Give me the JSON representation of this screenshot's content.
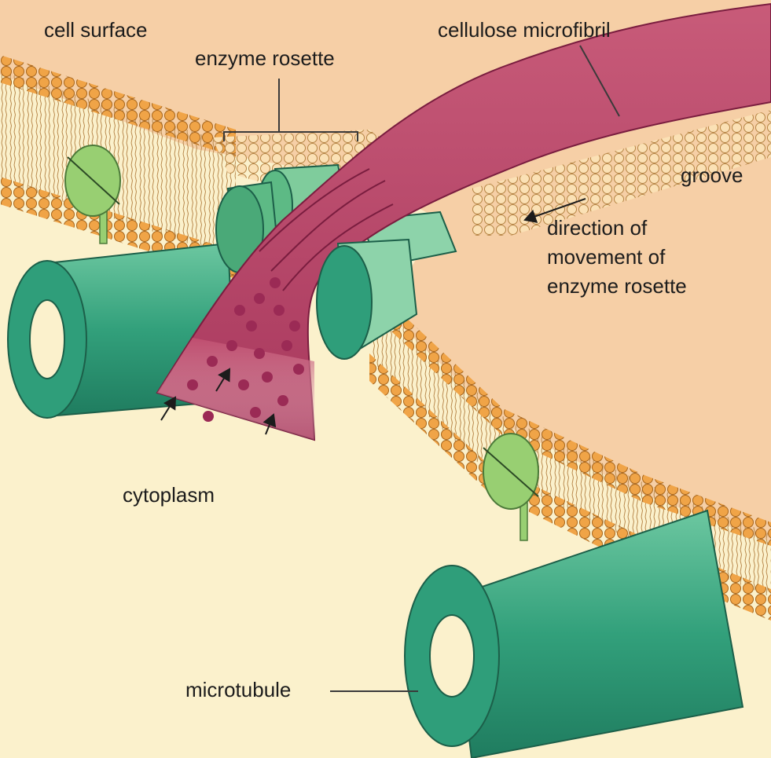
{
  "labels": {
    "cell_surface": "cell surface",
    "enzyme_rosette": "enzyme rosette",
    "cellulose_microfibril": "cellulose microfibril",
    "groove": "groove",
    "direction_line1": "direction of",
    "direction_line2": "movement of",
    "direction_line3": "enzyme rosette",
    "cytoplasm": "cytoplasm",
    "microtubule": "microtubule"
  },
  "colors": {
    "background": "#fbf1cc",
    "cell_surface": "#f6cfa6",
    "lipid_head": "#f0a447",
    "membrane_interior": "#fbeed0",
    "microfibril": "#c25071",
    "microtubule": "#2f9e7a",
    "enzyme_rosette": "#5dba85",
    "linker_protein": "#98cf72",
    "glucose": "#9b2a55"
  },
  "icons": [
    "microtubule-icon",
    "enzyme-rosette-icon",
    "linker-protein-icon",
    "glucose-molecule-icon",
    "arrow-icon"
  ]
}
